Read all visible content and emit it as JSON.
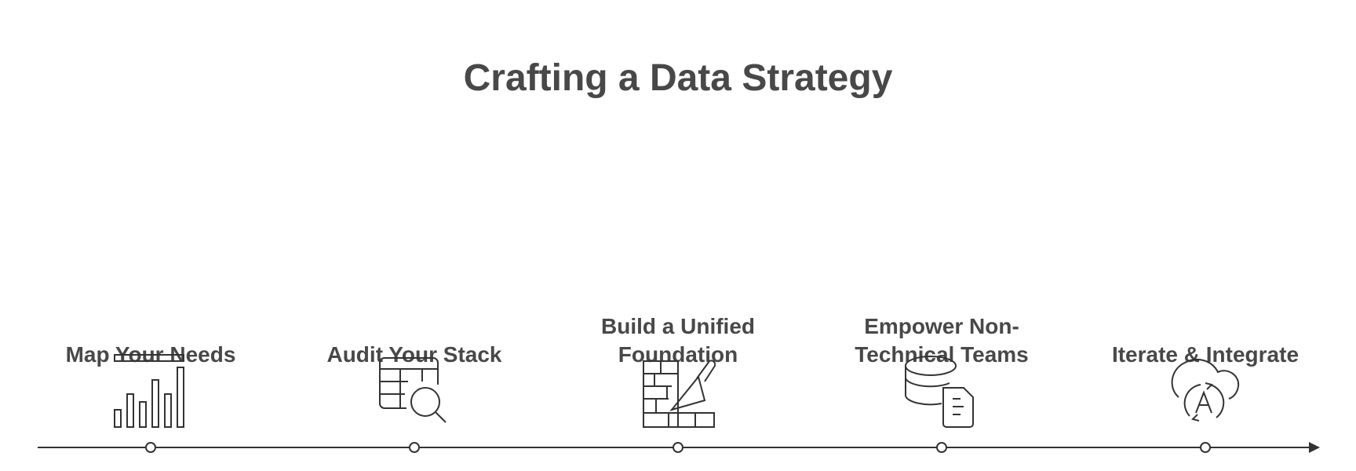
{
  "title": "Crafting a Data Strategy",
  "steps": [
    {
      "label": "Map Your Needs",
      "icon": "bar-chart-icon"
    },
    {
      "label": "Audit Your Stack",
      "icon": "table-search-icon"
    },
    {
      "label": "Build a Unified\nFoundation",
      "icon": "brick-wall-trowel-icon"
    },
    {
      "label": "Empower Non-\nTechnical Teams",
      "icon": "database-document-icon"
    },
    {
      "label": "Iterate & Integrate",
      "icon": "cloud-cycle-icon"
    }
  ],
  "colors": {
    "text": "#484848",
    "line": "#333333"
  }
}
